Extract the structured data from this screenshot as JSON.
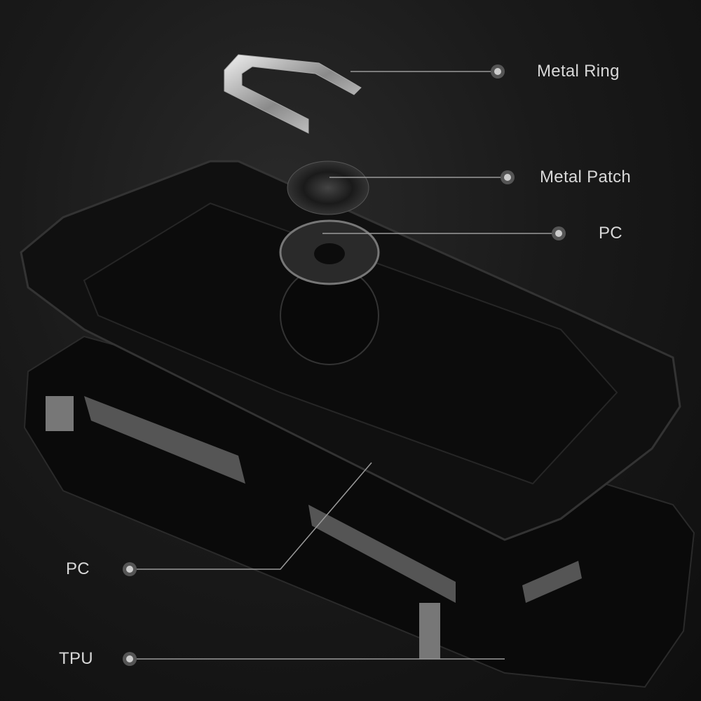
{
  "callouts": [
    {
      "label": "Metal Ring"
    },
    {
      "label": "Metal Patch"
    },
    {
      "label": "PC"
    },
    {
      "label": "PC"
    },
    {
      "label": "TPU"
    }
  ],
  "colors": {
    "background": "#141414",
    "label": "#d8d8d8",
    "leader_line": "#9a9a9a",
    "case": "#0b0b0b"
  }
}
